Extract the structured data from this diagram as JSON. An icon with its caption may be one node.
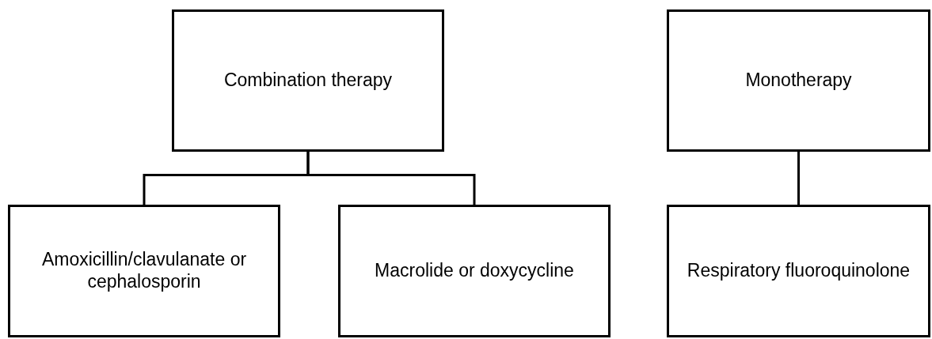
{
  "diagram": {
    "nodes": [
      {
        "text": [
          "Combination therapy"
        ]
      },
      {
        "text": [
          "Monotherapy"
        ]
      },
      {
        "text": [
          "Amoxicillin/clavulanate or cephalosporin"
        ]
      },
      {
        "text": [
          "Macrolide or doxycycline"
        ]
      },
      {
        "text": [
          "Respiratory fluoroquinolone"
        ]
      }
    ],
    "edges": [
      {
        "from": 0,
        "to": 2,
        "arrow": "none"
      },
      {
        "from": 0,
        "to": 3,
        "arrow": "none"
      },
      {
        "from": 1,
        "to": 4,
        "arrow": "none"
      }
    ]
  }
}
